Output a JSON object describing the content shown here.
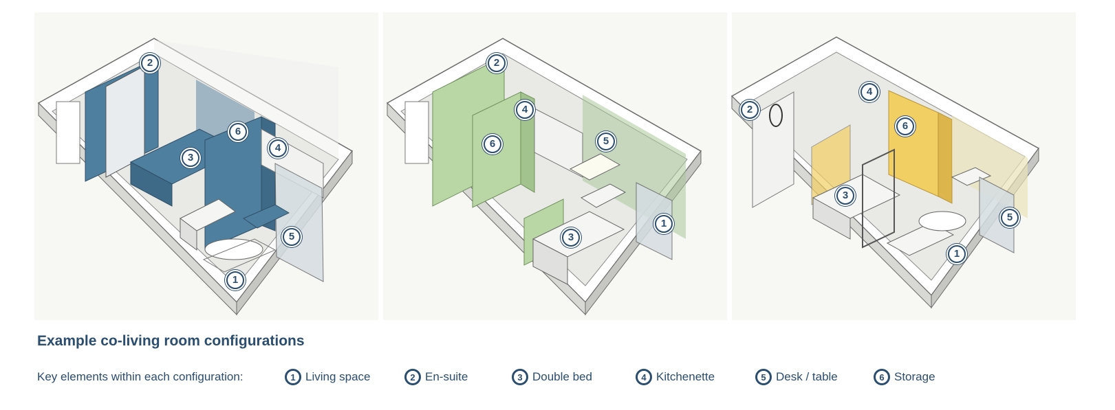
{
  "caption": "Example co-living room configurations",
  "key": {
    "intro": "Key elements within each configuration:",
    "items": [
      {
        "number": "1",
        "label": "Living space"
      },
      {
        "number": "2",
        "label": "En-suite"
      },
      {
        "number": "3",
        "label": "Double bed"
      },
      {
        "number": "4",
        "label": "Kitchenette"
      },
      {
        "number": "5",
        "label": "Desk / table"
      },
      {
        "number": "6",
        "label": "Storage"
      }
    ]
  },
  "configurations": [
    {
      "accent": "#4f7f9e",
      "wallpaper": "#6f93ad",
      "markers": [
        "1",
        "2",
        "3",
        "4",
        "5",
        "6"
      ]
    },
    {
      "accent": "#b9d7a4",
      "wallpaper": "#a9c99a",
      "markers": [
        "1",
        "2",
        "3",
        "4",
        "5",
        "6"
      ]
    },
    {
      "accent": "#f2cf63",
      "wallpaper": "#e9e2b8",
      "markers": [
        "1",
        "2",
        "3",
        "4",
        "5",
        "6"
      ]
    }
  ],
  "colors": {
    "navy": "#2b4d6e",
    "wall": "#ffffff",
    "floor": "#e9e9e6",
    "outline": "#6b6b6b",
    "glass": "#d5dde2"
  }
}
